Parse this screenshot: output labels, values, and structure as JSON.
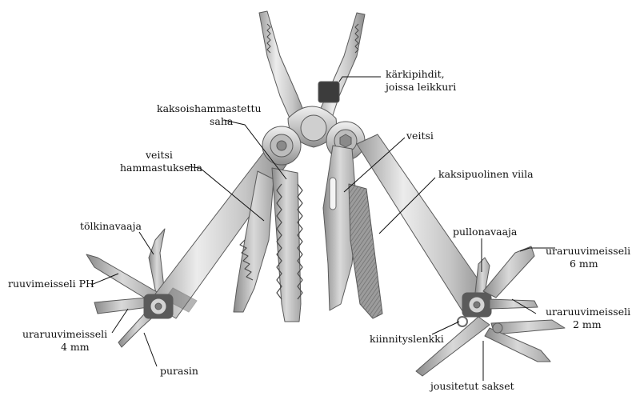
{
  "labels": {
    "needle_nose_pliers_l1": "kärkipihdit,",
    "needle_nose_pliers_l2": "joissa leikkuri",
    "double_saw_l1": "kaksoishammastettu",
    "double_saw_l2": "saha",
    "serrated_knife_l1": "veitsi",
    "serrated_knife_l2": "hammastuksella",
    "knife": "veitsi",
    "double_file": "kaksipuolinen viila",
    "can_opener": "tölkinavaaja",
    "phillips_screwdriver": "ruuvimeisseli PH",
    "flat_screwdriver_4mm_l1": "uraruuvimeisseli",
    "flat_screwdriver_4mm_l2": "4 mm",
    "awl": "purasin",
    "bottle_opener": "pullonavaaja",
    "flat_screwdriver_6mm_l1": "uraruuvimeisseli",
    "flat_screwdriver_6mm_l2": "6 mm",
    "flat_screwdriver_2mm_l1": "uraruuvimeisseli",
    "flat_screwdriver_2mm_l2": "2 mm",
    "lanyard_ring": "kiinnityslenkki",
    "spring_scissors": "jousitetut sakset"
  },
  "colors": {
    "steel_light": "#e4e4e4",
    "steel_mid": "#bdbdbd",
    "steel_dark": "#7a7a7a",
    "outline": "#5a5a5a",
    "text": "#111111"
  }
}
